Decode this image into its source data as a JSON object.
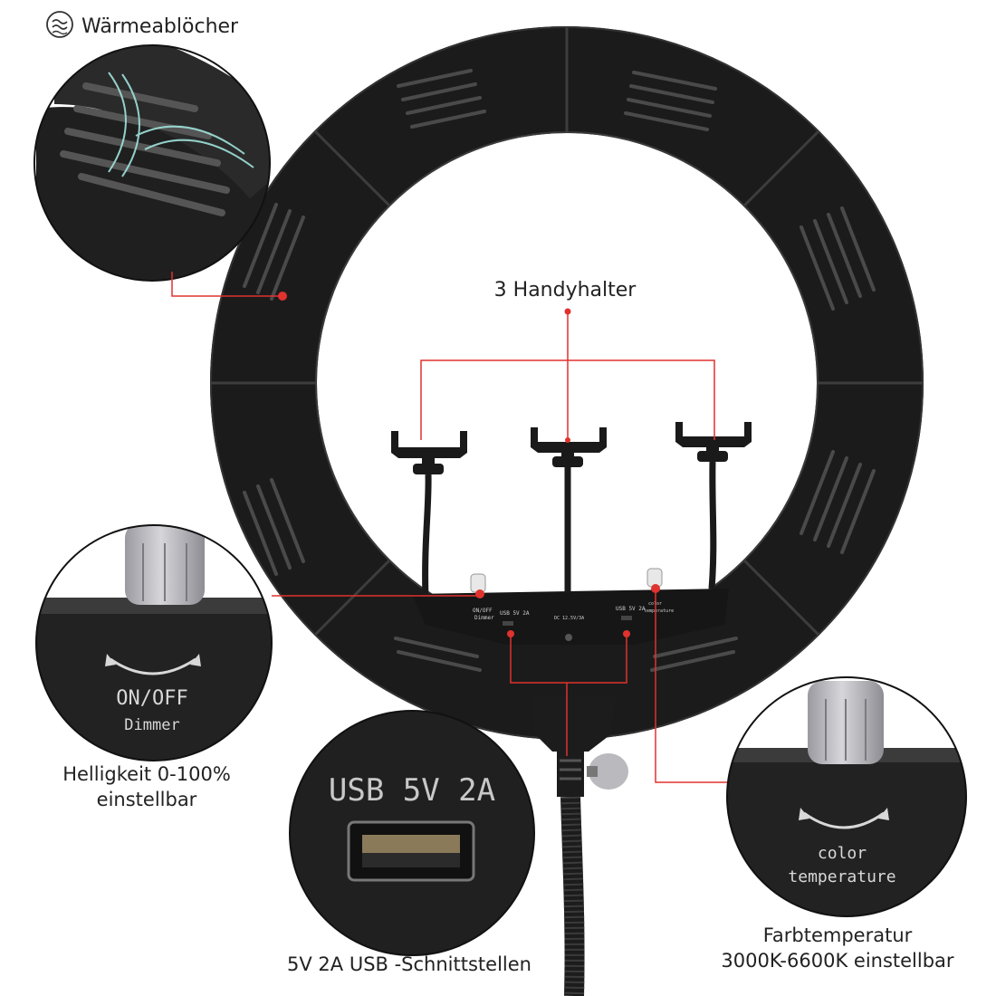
{
  "callouts": {
    "heat": "Wärmeablöcher",
    "holders": "3 Handyhalter",
    "brightness_line1": "Helligkeit 0-100%",
    "brightness_line2": "einstellbar",
    "usb": "5V 2A USB -Schnittstellen",
    "color_line1": "Farbtemperatur",
    "color_line2": "3000K-6600K einstellbar"
  },
  "control_panel": {
    "dimmer_label": "ON/OFF",
    "dimmer_sub": "Dimmer",
    "usb_left": "USB 5V 2A",
    "dc_label": "DC 12.5V/3A",
    "usb_right": "USB 5V 2A",
    "color_label": "color",
    "color_sub": "temperature"
  },
  "zoom_dimmer": {
    "line1": "ON/OFF",
    "line2": "Dimmer"
  },
  "zoom_usb": {
    "label": "USB 5V 2A"
  },
  "zoom_color": {
    "line1": "color",
    "line2": "temperature"
  },
  "colors": {
    "accent": "#e0322e",
    "ring": "#1b1b1b",
    "knob": "#c9c9cc",
    "icon_stroke": "#333333"
  },
  "icons": {
    "heat": "heat-wave-icon"
  }
}
